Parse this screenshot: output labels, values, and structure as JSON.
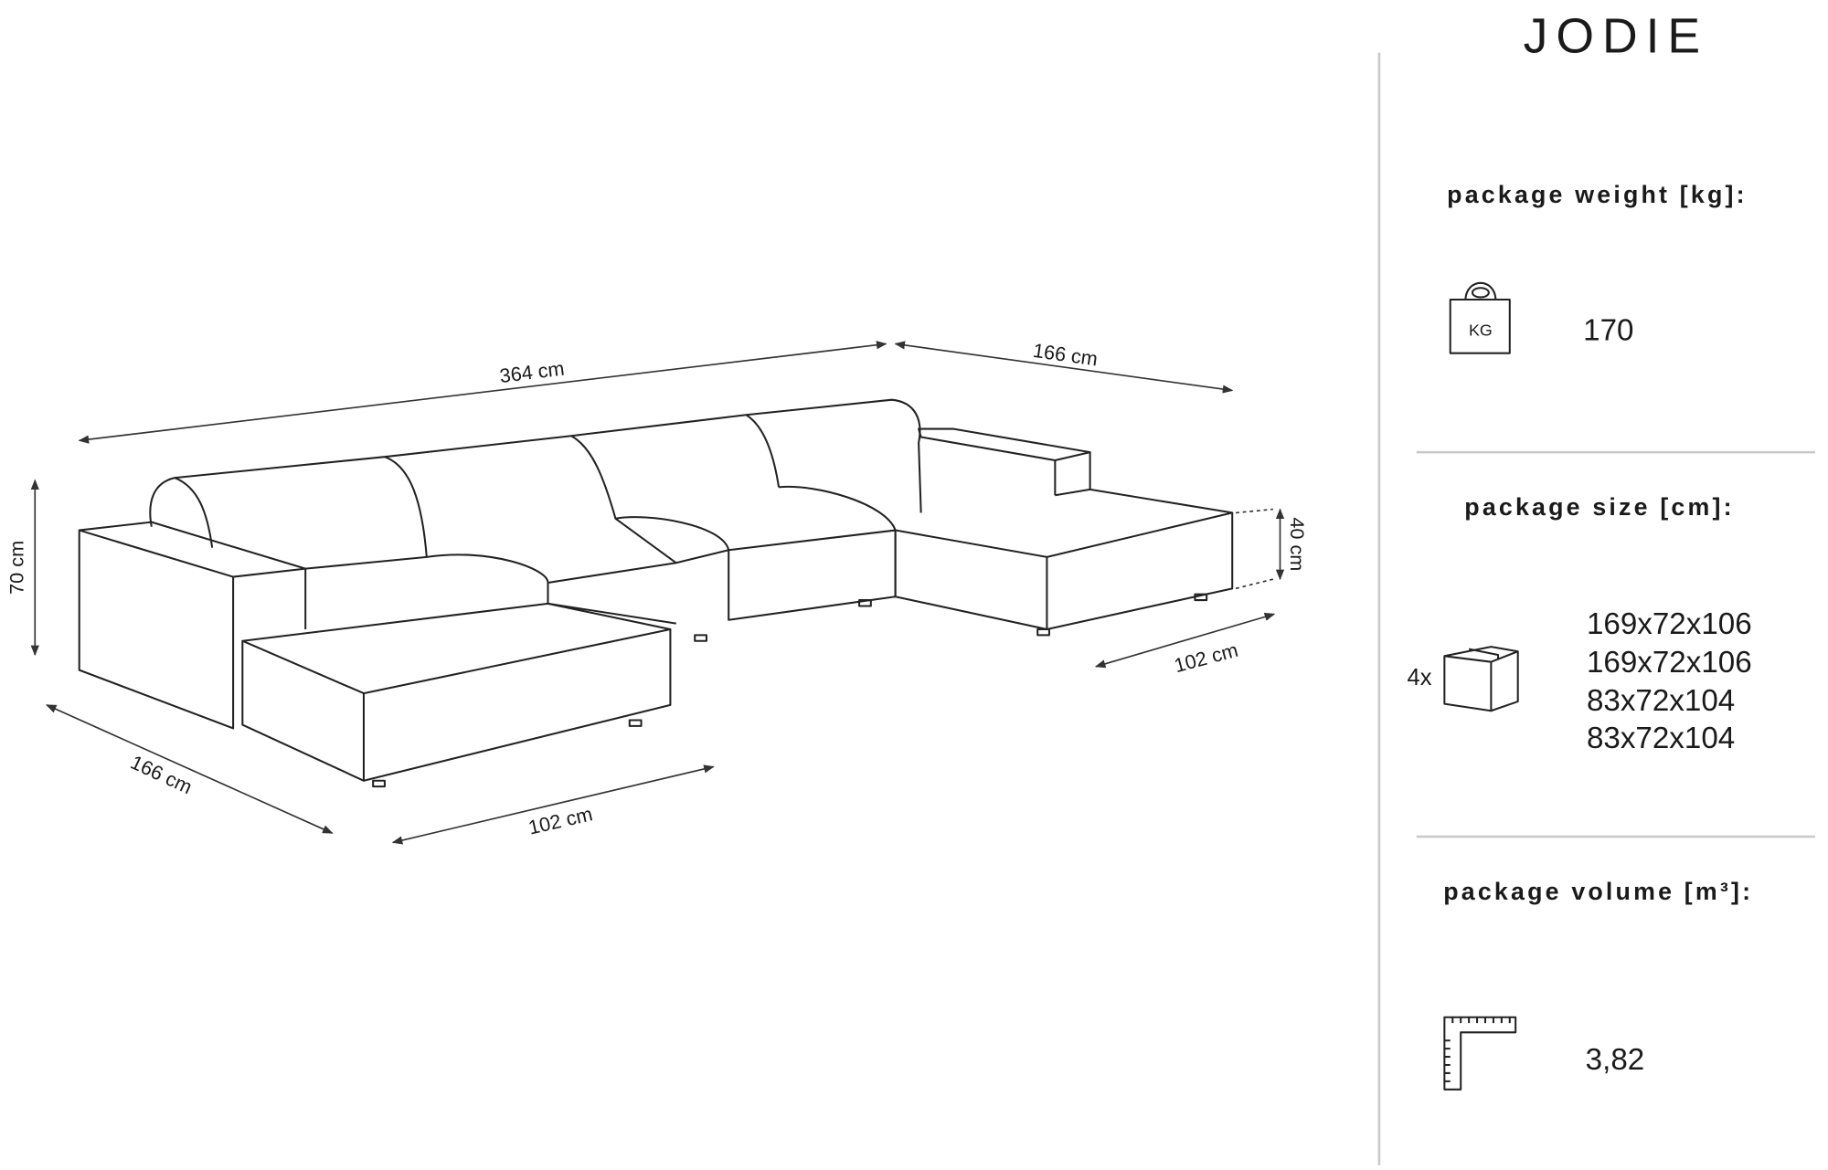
{
  "title": "JODIE",
  "dimensions": {
    "total_width": "364 cm",
    "right_chaise_length": "166 cm",
    "height": "70 cm",
    "seat_height": "40 cm",
    "right_chaise_width": "102 cm",
    "left_chaise_length": "166 cm",
    "left_chaise_width": "102 cm"
  },
  "package_weight": {
    "heading": "package weight [kg]:",
    "icon_label": "KG",
    "value": "170"
  },
  "package_size": {
    "heading": "package size [cm]:",
    "count": "4x",
    "sizes": [
      "169x72x106",
      "169x72x106",
      "83x72x104",
      "83x72x104"
    ]
  },
  "package_volume": {
    "heading": "package volume [m³]:",
    "value": "3,82"
  }
}
